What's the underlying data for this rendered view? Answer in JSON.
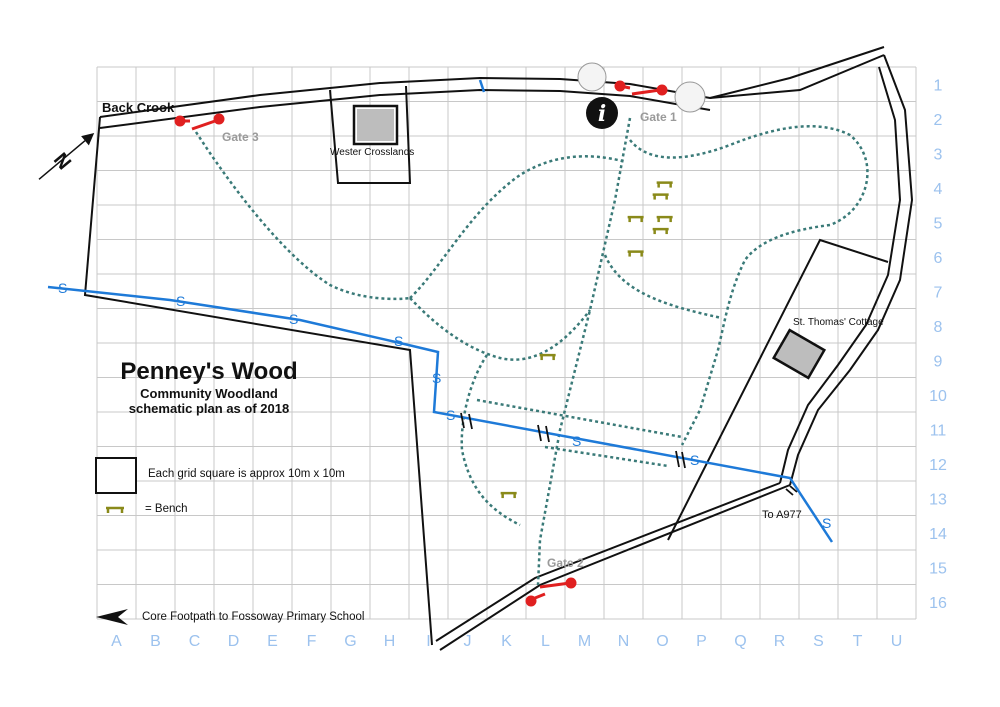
{
  "title": {
    "main": "Penney's Wood",
    "sub1": "Community Woodland",
    "sub2": "schematic plan as of 2018"
  },
  "legend": {
    "grid_text": "Each grid square is approx 10m x 10m",
    "bench_text": "= Bench",
    "footpath_text": "Core Footpath to Fossoway Primary School"
  },
  "labels": {
    "back_crook": "Back Crook",
    "wester_crosslands": "Wester Crosslands",
    "st_thomas": "St. Thomas' Cottage",
    "to_a977": "To A977",
    "gate1": "Gate 1",
    "gate2": "Gate 2",
    "gate3": "Gate 3",
    "info": "i",
    "north": "N",
    "stream": "S"
  },
  "grid": {
    "columns": [
      "A",
      "B",
      "C",
      "D",
      "E",
      "F",
      "G",
      "H",
      "I",
      "J",
      "K",
      "L",
      "M",
      "N",
      "O",
      "P",
      "Q",
      "R",
      "S",
      "T",
      "U"
    ],
    "rows": [
      "1",
      "2",
      "3",
      "4",
      "5",
      "6",
      "7",
      "8",
      "9",
      "10",
      "11",
      "12",
      "13",
      "14",
      "15",
      "16"
    ]
  },
  "colors": {
    "grid": "#c8c8c8",
    "boundary": "#111111",
    "path": "#3a7a78",
    "stream": "#1e7ad8",
    "gate": "#e02020",
    "bench": "#8a8a1a",
    "axis_label": "#9cc2ee"
  },
  "benches": [
    {
      "col": "O",
      "row": "4"
    },
    {
      "col": "O",
      "row": "4"
    },
    {
      "col": "O",
      "row": "5"
    },
    {
      "col": "O",
      "row": "5"
    },
    {
      "col": "N",
      "row": "5"
    },
    {
      "col": "N",
      "row": "6"
    },
    {
      "col": "L",
      "row": "9"
    },
    {
      "col": "K",
      "row": "13"
    }
  ]
}
